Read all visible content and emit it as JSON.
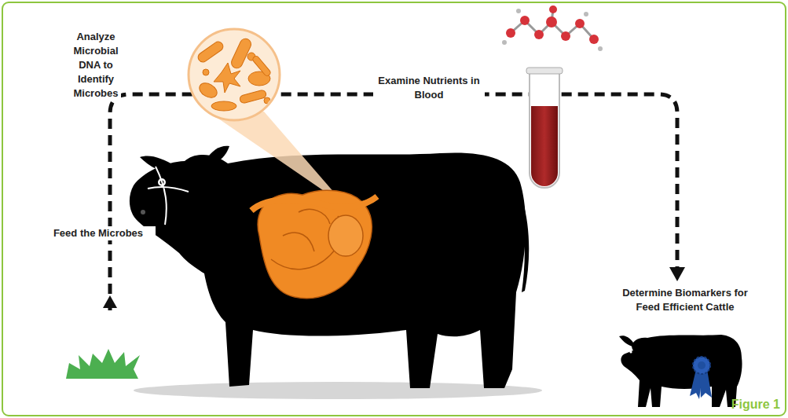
{
  "diagram": {
    "caption": "Figure 1",
    "labels": [
      "Analyze Microbial DNA to Identify Microbes",
      "Examine Nutrients in Blood",
      "Feed the Microbes",
      "Determine Biomarkers for Feed Efficient Cattle"
    ]
  }
}
